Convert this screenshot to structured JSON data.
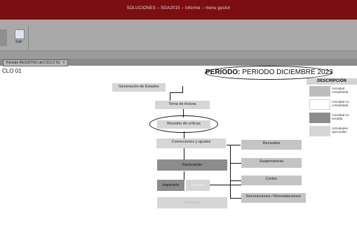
{
  "window": {
    "title": "SOLUCIONES – SGA2015 – Informe – menu gestor"
  },
  "ribbon": {
    "exit_label": "Salir"
  },
  "tabs": [
    {
      "label": "Periodo REGISTRO del CICLO 01",
      "close": "×"
    }
  ],
  "form_code": "CLO 01",
  "periodo": {
    "label": "PERIODO:",
    "value": "PERIODO DICIEMBRE 2023"
  },
  "legend": {
    "title": "DESCRIPCIÓN",
    "items": [
      {
        "label": "Actividad completada",
        "color": "#bdbdbd"
      },
      {
        "label": "Actividad no completada",
        "color": "#ffffff"
      },
      {
        "label": "Actividad no iniciada",
        "color": "#8c8c8c"
      },
      {
        "label": "Actividades opcionales",
        "color": "#d6d6d6"
      }
    ]
  },
  "flow": {
    "generacion": "Generación de Estados",
    "toma": "Toma de lectura",
    "revision": "Revisión de críticas",
    "correcciones": "Correcciones y ajustes",
    "facturacion": "Facturación",
    "impresion": "Impresión",
    "reparto": "Reparto",
    "recaudos": "Recaudos",
    "suspensiones": "Suspensiones",
    "cortes": "Cortes",
    "reconexiones": "Reconexiones / Reinstalaciones",
    "finalizado": "Finalizado"
  }
}
